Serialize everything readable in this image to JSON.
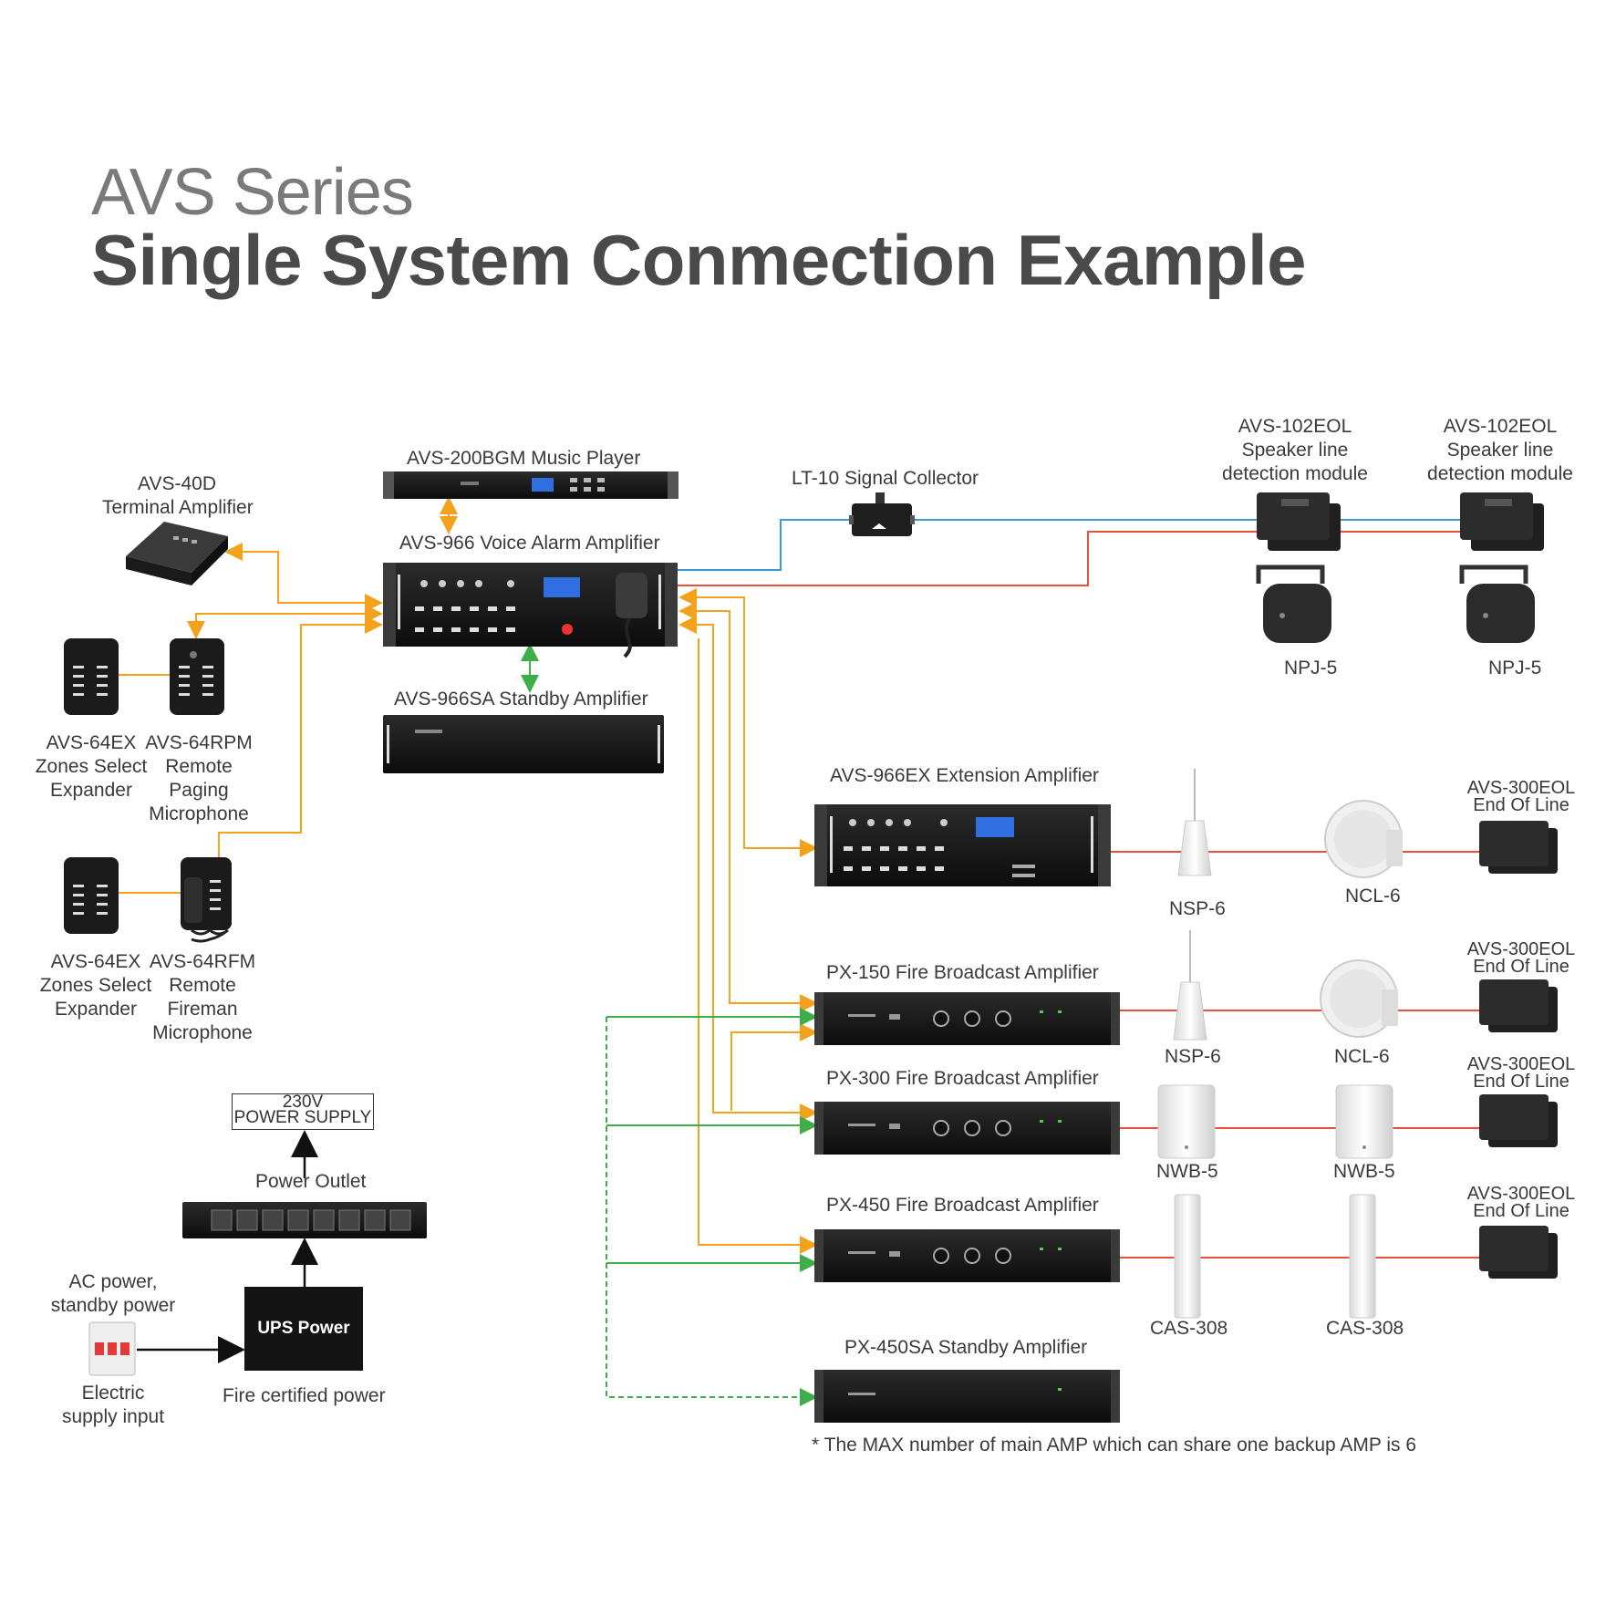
{
  "title": {
    "series": "AVS Series",
    "main": "Single System Conmection Example"
  },
  "devices": {
    "music_player": "AVS-200BGM Music Player",
    "voice_alarm": "AVS-966 Voice Alarm Amplifier",
    "standby_amp": "AVS-966SA Standby Amplifier",
    "terminal_amp": [
      "AVS-40D",
      "Terminal Amplifier"
    ],
    "signal_collector": "LT-10 Signal Collector",
    "eol_module_1": [
      "AVS-102EOL",
      "Speaker line",
      "detection module"
    ],
    "eol_module_2": [
      "AVS-102EOL",
      "Speaker line",
      "detection module"
    ],
    "npj_1": "NPJ-5",
    "npj_2": "NPJ-5",
    "zones_expander_1": [
      "AVS-64EX",
      "Zones Select",
      "Expander"
    ],
    "remote_paging": [
      "AVS-64RPM",
      "Remote",
      "Paging",
      "Microphone"
    ],
    "zones_expander_2": [
      "AVS-64EX",
      "Zones Select",
      "Expander"
    ],
    "remote_fireman": [
      "AVS-64RFM",
      "Remote",
      "Fireman",
      "Microphone"
    ],
    "extension_amp": "AVS-966EX Extension Amplifier",
    "px150": "PX-150  Fire Broadcast Amplifier",
    "px300": "PX-300  Fire Broadcast Amplifier",
    "px450": "PX-450  Fire Broadcast Amplifier",
    "px450sa": "PX-450SA Standby Amplifier",
    "speakers": {
      "nsp_a": "NSP-6",
      "ncl_a": "NCL-6",
      "nsp_b": "NSP-6",
      "ncl_b": "NCL-6",
      "nwb_a": "NWB-5",
      "nwb_b": "NWB-5",
      "cas_a": "CAS-308",
      "cas_b": "CAS-308"
    },
    "eol_300": [
      "AVS-300EOL",
      "End Of Line"
    ]
  },
  "power": {
    "supply": [
      "230V",
      "POWER SUPPLY"
    ],
    "outlet": "Power Outlet",
    "ups": "UPS Power",
    "ups_caption": "Fire certified power",
    "ac_caption": [
      "AC power,",
      "standby power"
    ],
    "electric_caption": [
      "Electric",
      "supply input"
    ]
  },
  "note": "* The MAX number of main AMP which can share one backup AMP is 6",
  "colors": {
    "orange": "#f4a11b",
    "blue": "#3a9ad9",
    "red": "#e8503a",
    "green": "#3fae49",
    "device": "#1a1a1a"
  }
}
